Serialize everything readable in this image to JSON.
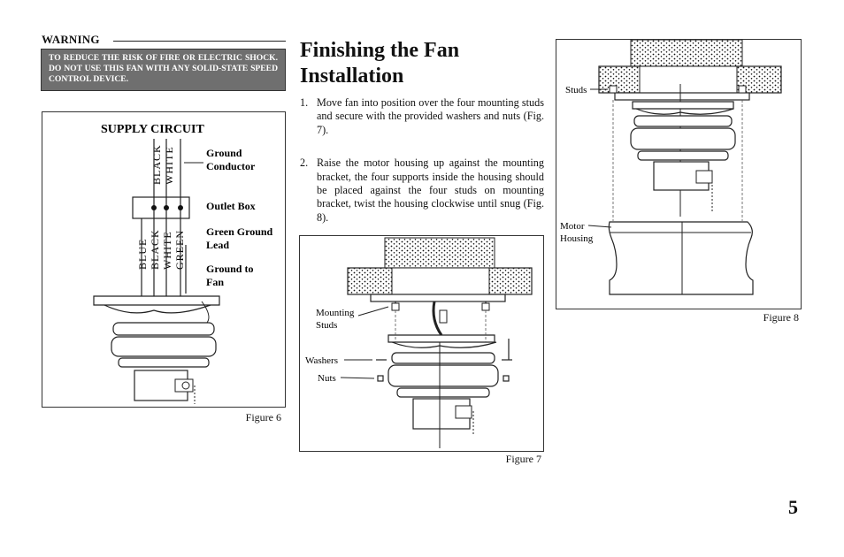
{
  "warning": {
    "heading": "WARNING",
    "text": "TO REDUCE THE RISK OF FIRE OR ELECTRIC SHOCK. DO NOT USE THIS FAN WITH ANY SOLID-STATE SPEED CONTROL DEVICE."
  },
  "figure6": {
    "title": "SUPPLY CIRCUIT",
    "caption": "Figure 6",
    "wire_labels_top": [
      "BLACK",
      "WHITE"
    ],
    "wire_labels_bottom": [
      "BLUE",
      "BLACK",
      "WHITE",
      "GREEN"
    ],
    "labels": {
      "ground_conductor_1": "Ground",
      "ground_conductor_2": "Conductor",
      "outlet_box": "Outlet Box",
      "green_ground_lead_1": "Green Ground",
      "green_ground_lead_2": "Lead",
      "ground_to_fan_1": "Ground to",
      "ground_to_fan_2": "Fan"
    }
  },
  "main": {
    "title_line1": "Finishing the Fan",
    "title_line2": "Installation",
    "steps": [
      {
        "num": "1.",
        "text": "Move fan into position over the four mounting studs and secure with the provided washers and nuts (Fig. 7)."
      },
      {
        "num": "2.",
        "text": "Raise the motor housing up against the mounting bracket, the four supports inside the housing should be placed against the four studs on mounting bracket, twist the housing clockwise until snug (Fig. 8)."
      }
    ]
  },
  "figure7": {
    "caption": "Figure 7",
    "labels": {
      "mounting_studs_1": "Mounting",
      "mounting_studs_2": "Studs",
      "washers": "Washers",
      "nuts": "Nuts"
    }
  },
  "figure8": {
    "caption": "Figure 8",
    "labels": {
      "studs": "Studs",
      "motor_housing_1": "Motor",
      "motor_housing_2": "Housing"
    }
  },
  "page_number": "5"
}
